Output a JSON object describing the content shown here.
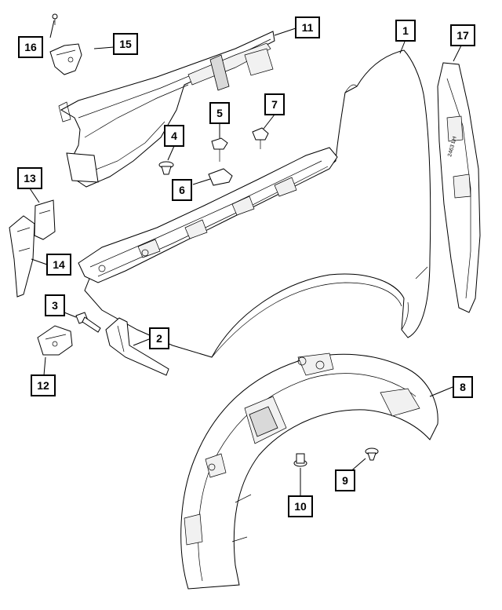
{
  "diagram": {
    "callouts": [
      {
        "id": "c1",
        "label": "1"
      },
      {
        "id": "c2",
        "label": "2"
      },
      {
        "id": "c3",
        "label": "3"
      },
      {
        "id": "c4",
        "label": "4"
      },
      {
        "id": "c5",
        "label": "5"
      },
      {
        "id": "c6",
        "label": "6"
      },
      {
        "id": "c7",
        "label": "7"
      },
      {
        "id": "c8",
        "label": "8"
      },
      {
        "id": "c9",
        "label": "9"
      },
      {
        "id": "c10",
        "label": "10"
      },
      {
        "id": "c11",
        "label": "11"
      },
      {
        "id": "c12",
        "label": "12"
      },
      {
        "id": "c13",
        "label": "13"
      },
      {
        "id": "c14",
        "label": "14"
      },
      {
        "id": "c15",
        "label": "15"
      },
      {
        "id": "c16",
        "label": "16"
      },
      {
        "id": "c17",
        "label": "17"
      }
    ],
    "liner_stamp": "2463 LH"
  }
}
